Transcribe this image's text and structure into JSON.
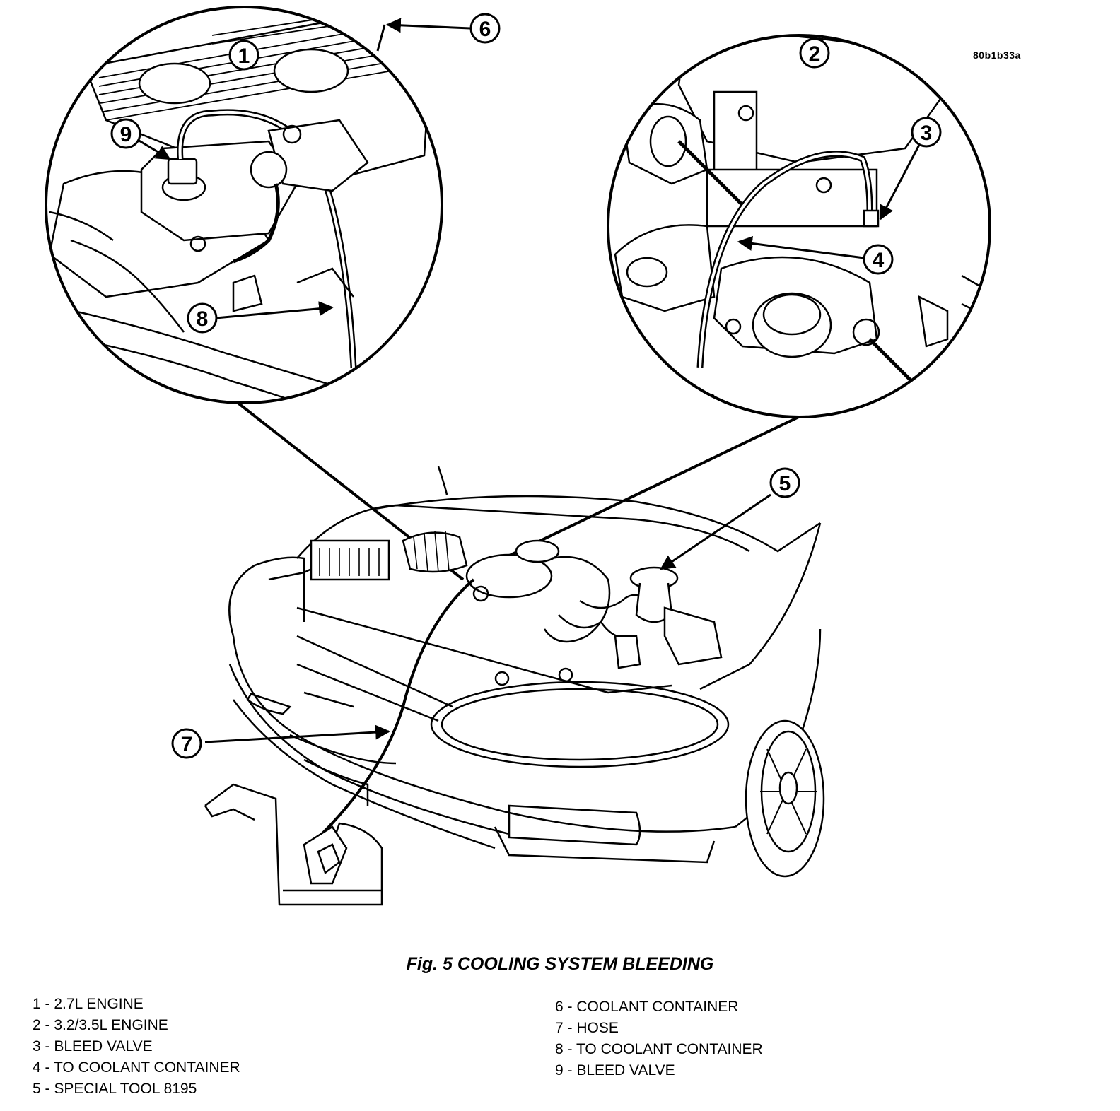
{
  "drawing_code": "80b1b33a",
  "caption": "Fig. 5 COOLING SYSTEM BLEEDING",
  "callouts": [
    "1",
    "2",
    "3",
    "4",
    "5",
    "6",
    "7",
    "8",
    "9"
  ],
  "legend_left": [
    "1 - 2.7L ENGINE",
    "2 - 3.2/3.5L ENGINE",
    "3 - BLEED VALVE",
    "4 - TO COOLANT CONTAINER",
    "5 - SPECIAL TOOL 8195"
  ],
  "legend_right": [
    "6 - COOLANT CONTAINER",
    "7 - HOSE",
    "8 - TO COOLANT CONTAINER",
    "9 - BLEED VALVE"
  ]
}
